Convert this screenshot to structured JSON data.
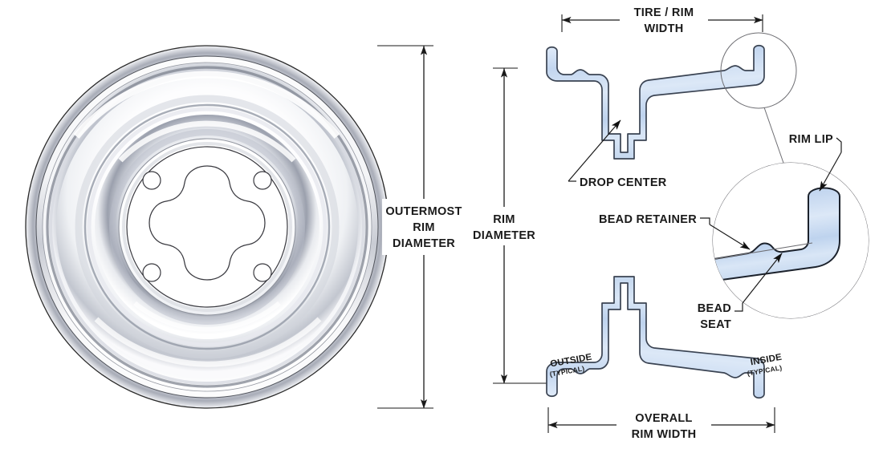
{
  "diagram": {
    "title": "Wheel Rim Dimension Diagram",
    "background_color": "#ffffff",
    "line_color": "#1a1a1a",
    "profile_fill": "#ccdcf0",
    "profile_stroke": "#3a4352",
    "metal_highlight": "#ffffff",
    "metal_shadow": "#6f7480"
  },
  "labels": {
    "outermost_rim_diameter": {
      "line1": "OUTERMOST",
      "line2": "RIM",
      "line3": "DIAMETER"
    },
    "rim_diameter": {
      "line1": "RIM",
      "line2": "DIAMETER"
    },
    "tire_rim_width": {
      "line1": "TIRE / RIM",
      "line2": "WIDTH"
    },
    "overall_rim_width": {
      "line1": "OVERALL",
      "line2": "RIM WIDTH"
    },
    "drop_center": "DROP CENTER",
    "bead_retainer": "BEAD RETAINER",
    "bead_seat": {
      "line1": "BEAD",
      "line2": "SEAT"
    },
    "rim_lip": "RIM LIP",
    "outside": {
      "line1": "OUTSIDE",
      "line2": "(TYPICAL)"
    },
    "inside": {
      "line1": "INSIDE",
      "line2": "(TYPICAL)"
    }
  },
  "views": {
    "front_view": {
      "name": "wheel-front-view",
      "description": "Front elevation of a steel wheel with concentric rim rings and a four-lobed center hub with four bolt holes",
      "bolt_hole_count": 4
    },
    "section_top": {
      "name": "rim-cross-section-upper",
      "description": "Upper half rim cross-section profile showing drop center, bead seats and rim lips"
    },
    "section_bottom": {
      "name": "rim-cross-section-lower",
      "description": "Lower half rim cross-section profile, mirrored"
    },
    "detail_callout": {
      "name": "rim-lip-detail-magnification",
      "description": "Magnified detail circle showing rim lip, bead retainer and bead seat"
    }
  }
}
